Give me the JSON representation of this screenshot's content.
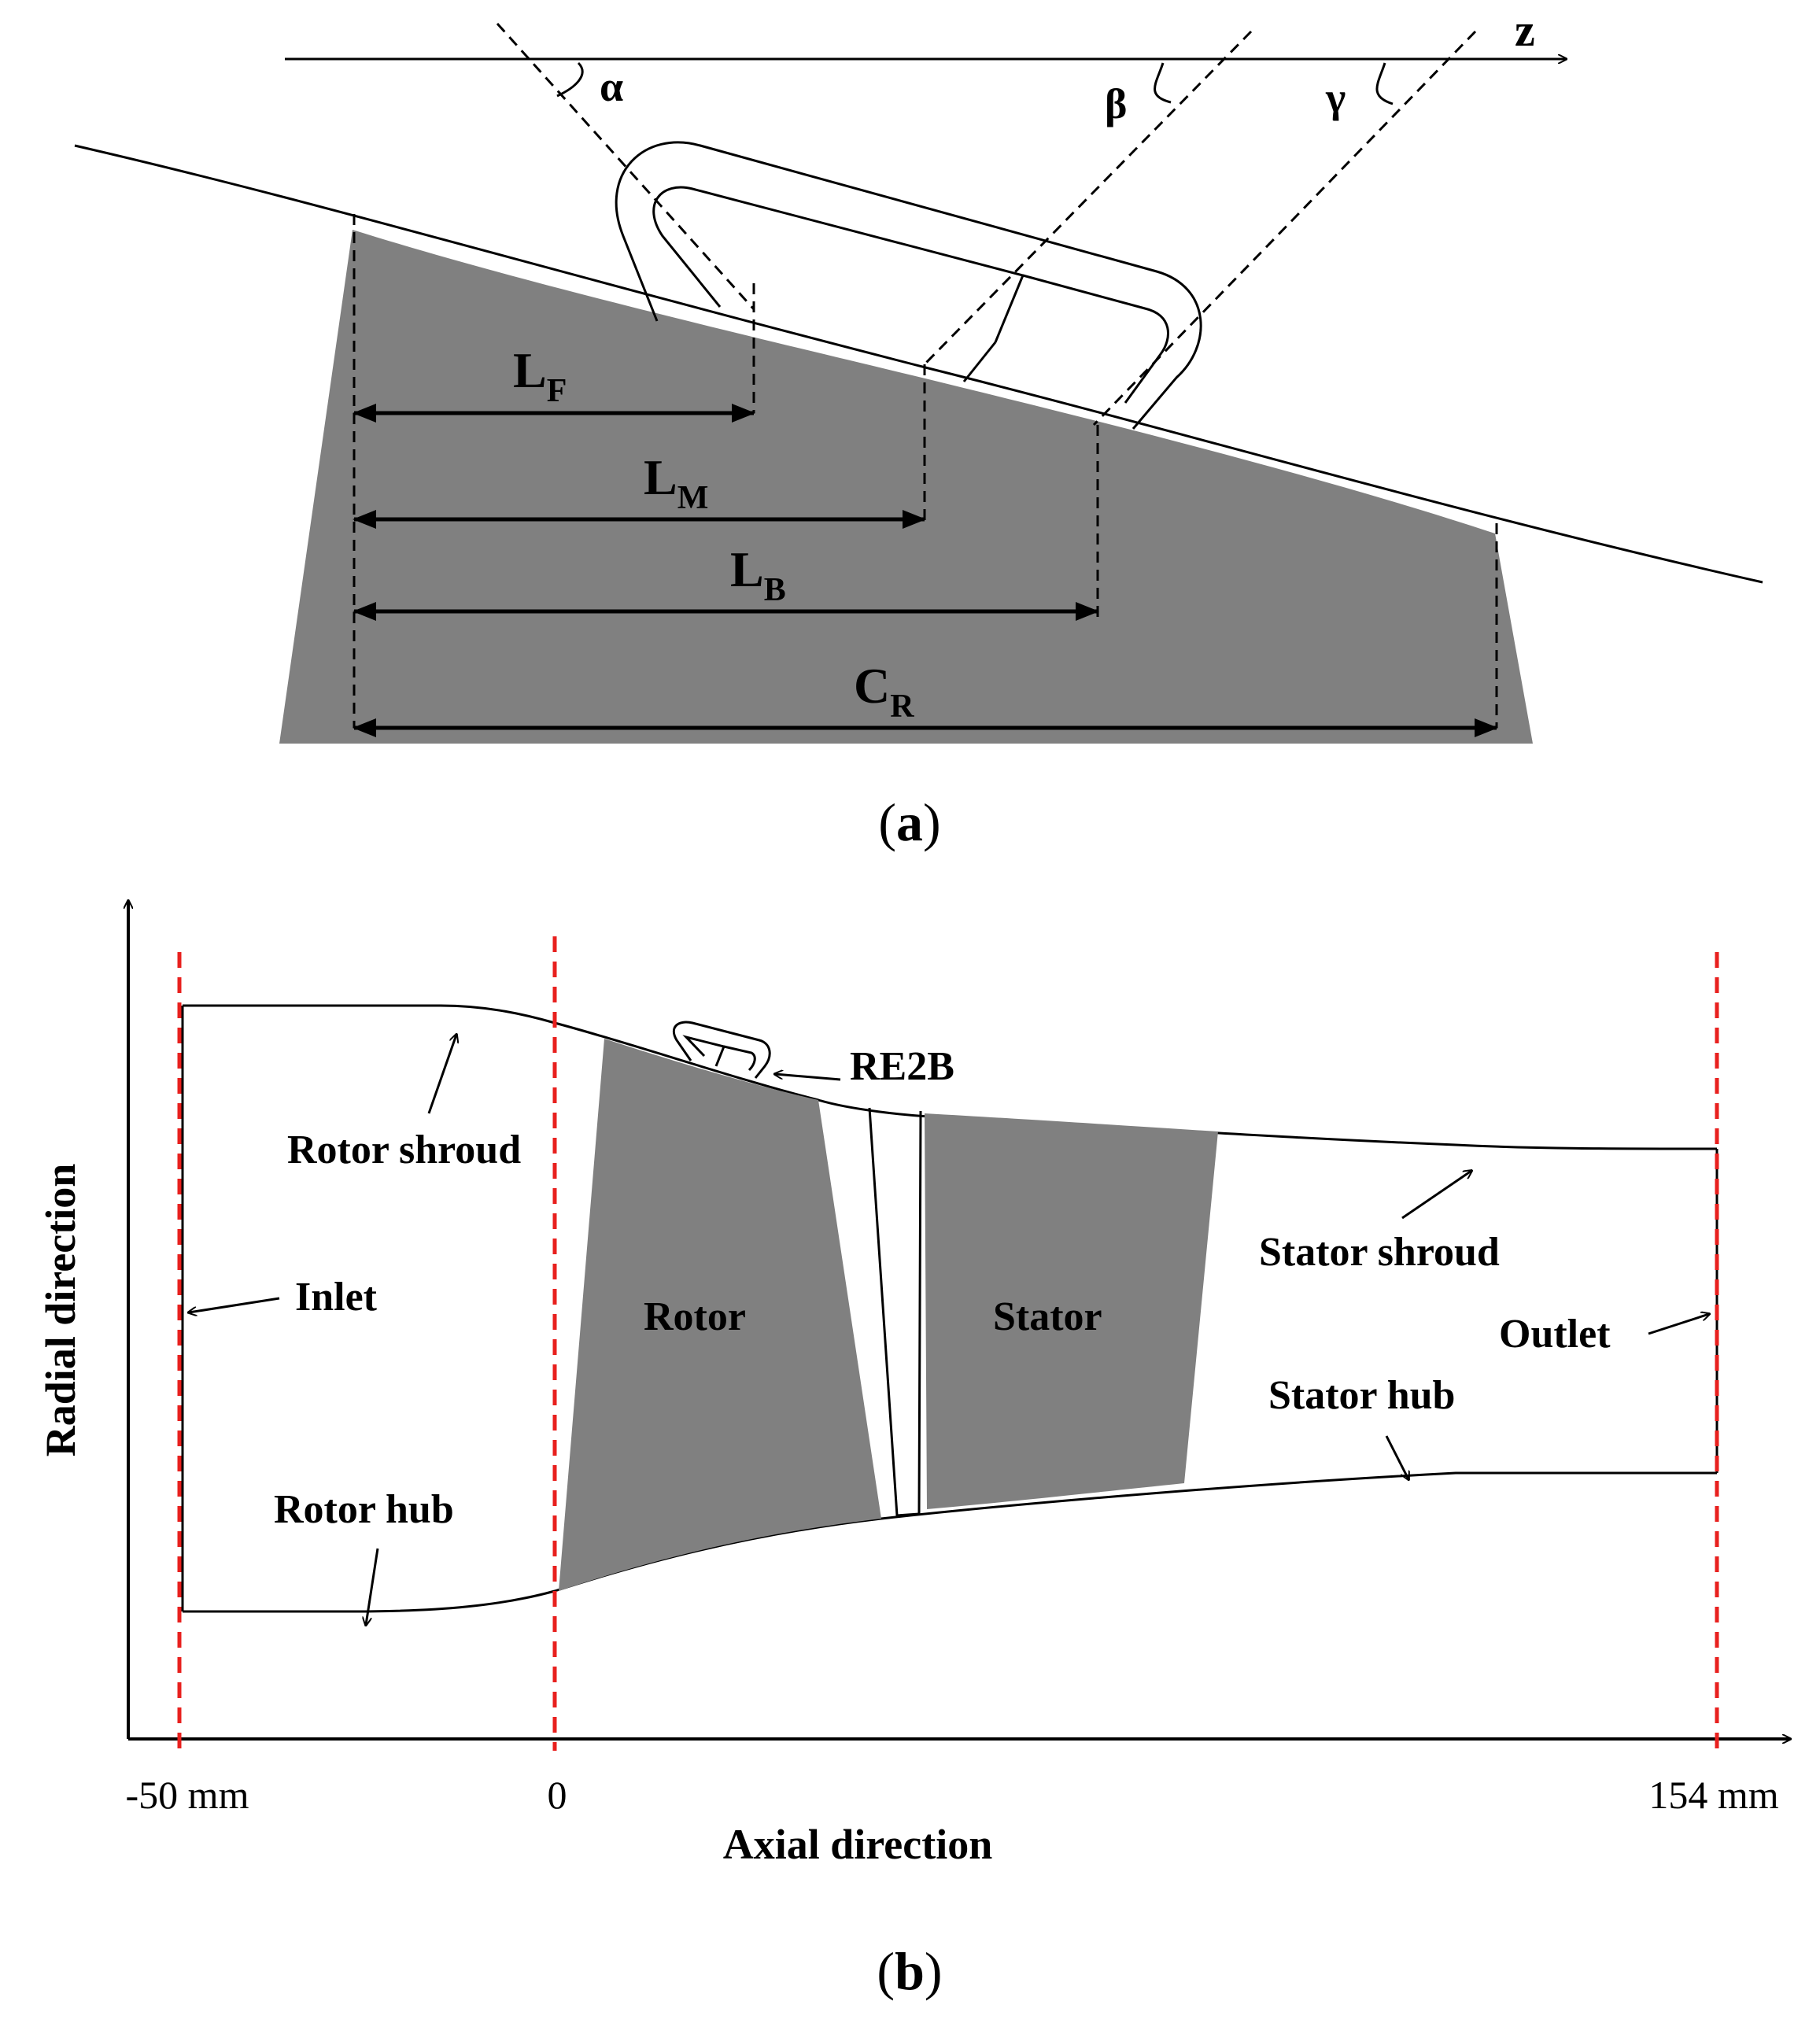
{
  "panel_a": {
    "caption_open": "(",
    "caption_letter": "a",
    "caption_close": ")",
    "axis_label": "z",
    "angles": {
      "alpha": "α",
      "beta": "β",
      "gamma": "γ"
    },
    "dimensions": {
      "lf": {
        "main": "L",
        "sub": "F"
      },
      "lm": {
        "main": "L",
        "sub": "M"
      },
      "lb": {
        "main": "L",
        "sub": "B"
      },
      "cr": {
        "main": "C",
        "sub": "R"
      }
    }
  },
  "panel_b": {
    "caption_open": "(",
    "caption_letter": "b",
    "caption_close": ")",
    "x_axis_label": "Axial direction",
    "y_axis_label": "Radial direction",
    "ticks": [
      "-50 mm",
      "0",
      "154 mm"
    ],
    "labels": {
      "re2b": "RE2B",
      "rotor_shroud": "Rotor shroud",
      "inlet": "Inlet",
      "rotor": "Rotor",
      "stator": "Stator",
      "stator_shroud": "Stator shroud",
      "outlet": "Outlet",
      "stator_hub": "Stator hub",
      "rotor_hub": "Rotor hub"
    }
  },
  "colors": {
    "blade_fill": "#808080",
    "boundary_dash": "#e8201e",
    "line": "#000000"
  }
}
